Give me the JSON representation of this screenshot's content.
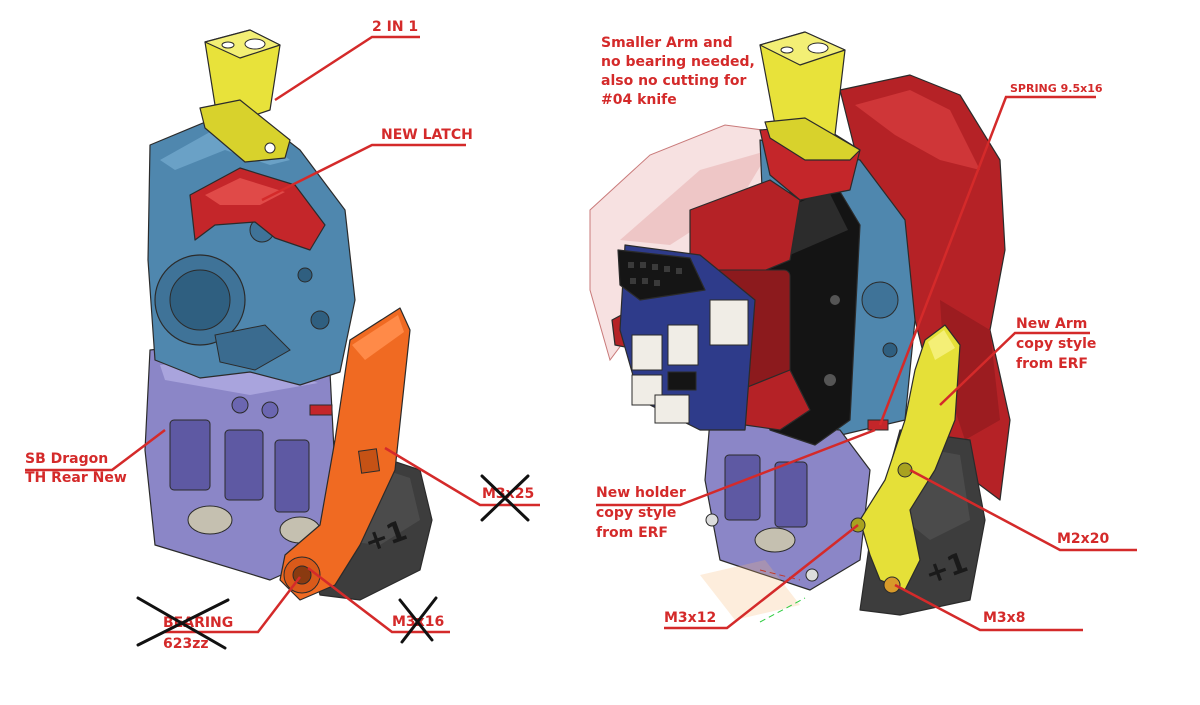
{
  "colors": {
    "label_red": "#d42a2a",
    "blue_body": "#4f87ae",
    "purple_base": "#8c86c8",
    "yellow_parts": "#e8e23a",
    "red_latch": "#c4262a",
    "orange_arm": "#f06a22",
    "dark_shroud": "#3e3e3e",
    "black_board": "#141414",
    "navy_pcb": "#2e3b8a"
  },
  "labels": {
    "two_in_one": "2 IN 1",
    "new_latch": "NEW LATCH",
    "sb_dragon_1": "SB Dragon",
    "sb_dragon_2": "TH Rear New",
    "m3x25": "M3x25",
    "bearing_1": "BEARING",
    "bearing_2": "623zz",
    "m3x16": "M3x16",
    "smaller_arm_1": "Smaller Arm and",
    "smaller_arm_2": "no bearing needed,",
    "smaller_arm_3": "also no cutting for",
    "smaller_arm_4": "#04 knife",
    "spring": "SPRING 9.5x16",
    "new_arm_1": "New Arm",
    "new_arm_2": "copy style",
    "new_arm_3": "from ERF",
    "new_holder_1": "New holder",
    "new_holder_2": "copy style",
    "new_holder_3": "from ERF",
    "m2x20": "M2x20",
    "m3x12": "M3x12",
    "m3x8": "M3x8",
    "plus_one": "+1"
  },
  "icons": {
    "crossed_out": "x-mark-icon"
  }
}
